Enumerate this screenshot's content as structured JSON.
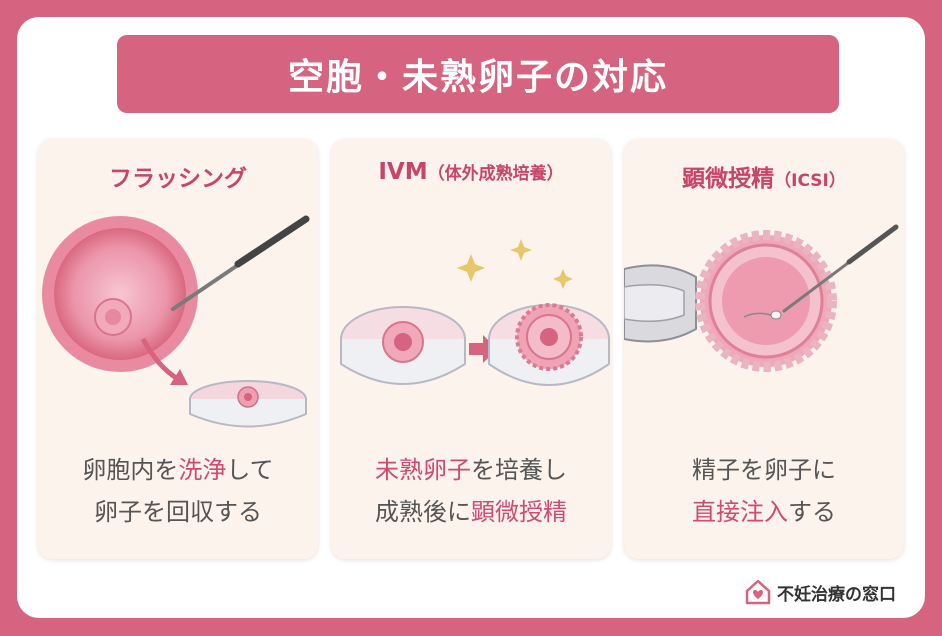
{
  "title": "空胞・未熟卵子の対応",
  "cards": [
    {
      "title": "フラッシング",
      "subtitle": "",
      "desc_line1": [
        {
          "text": "卵胞内を",
          "hl": false
        },
        {
          "text": "洗浄",
          "hl": true
        },
        {
          "text": "して",
          "hl": false
        }
      ],
      "desc_line2": [
        {
          "text": "卵子を回収する",
          "hl": false
        }
      ]
    },
    {
      "title": "IVM",
      "subtitle": "（体外成熟培養）",
      "desc_line1": [
        {
          "text": "未熟卵子",
          "hl": true
        },
        {
          "text": "を培養し",
          "hl": false
        }
      ],
      "desc_line2": [
        {
          "text": "成熟後に",
          "hl": false
        },
        {
          "text": "顕微授精",
          "hl": true
        }
      ]
    },
    {
      "title": "顕微授精",
      "subtitle": "（ICSI）",
      "desc_line1": [
        {
          "text": "精子を卵子に",
          "hl": false
        }
      ],
      "desc_line2": [
        {
          "text": "直接注入",
          "hl": true
        },
        {
          "text": "する",
          "hl": false
        }
      ]
    }
  ],
  "logo": {
    "text": "不妊治療の窓口",
    "icon": "house-heart-logo-icon"
  },
  "colors": {
    "brand": "#d6637f",
    "highlight": "#d14a72",
    "card_bg": "#fbf3ec",
    "text": "#555555"
  }
}
